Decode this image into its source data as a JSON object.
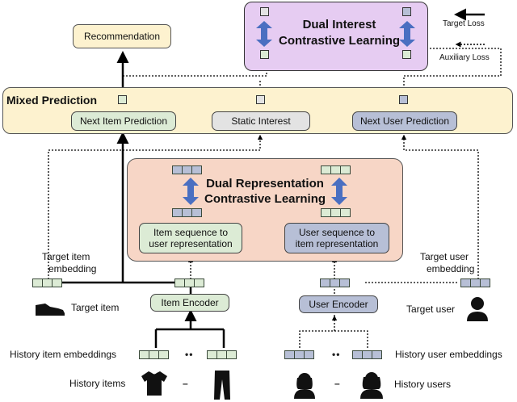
{
  "colors": {
    "green_fill": "#dcebd5",
    "blue_fill": "#b7bfd6",
    "gray_fill": "#e3e3e3",
    "orange_panel": "#f7d6c6",
    "purple_panel": "#e6ccf2",
    "yellow_panel": "#fdf2cf",
    "arrow_blue": "#4a6fc1"
  },
  "legend": {
    "target_loss": "Target Loss",
    "auxiliary_loss": "Auxiliary Loss"
  },
  "dual_interest": {
    "title_line1": "Dual Interest",
    "title_line2": "Contrastive Learning"
  },
  "recommendation": "Recommendation",
  "mixed_prediction": {
    "title": "Mixed Prediction",
    "next_item": "Next Item Prediction",
    "static_interest": "Static Interest",
    "next_user": "Next User Prediction"
  },
  "dual_representation": {
    "title_line1": "Dual Representation",
    "title_line2": "Contrastive Learning",
    "item_to_user_line1": "Item sequence to",
    "item_to_user_line2": "user representation",
    "user_to_item_line1": "User sequence to",
    "user_to_item_line2": "item representation"
  },
  "target_item_embedding": {
    "line1": "Target item",
    "line2": "embedding"
  },
  "target_user_embedding": {
    "line1": "Target user",
    "line2": "embedding"
  },
  "target_item": "Target item",
  "target_user": "Target user",
  "item_encoder": "Item Encoder",
  "user_encoder": "User Encoder",
  "history_item_embeddings": "History item embeddings",
  "history_user_embeddings": "History user embeddings",
  "history_items": "History items",
  "history_users": "History users",
  "ellipsis": "••",
  "ellipsis_short": "–"
}
